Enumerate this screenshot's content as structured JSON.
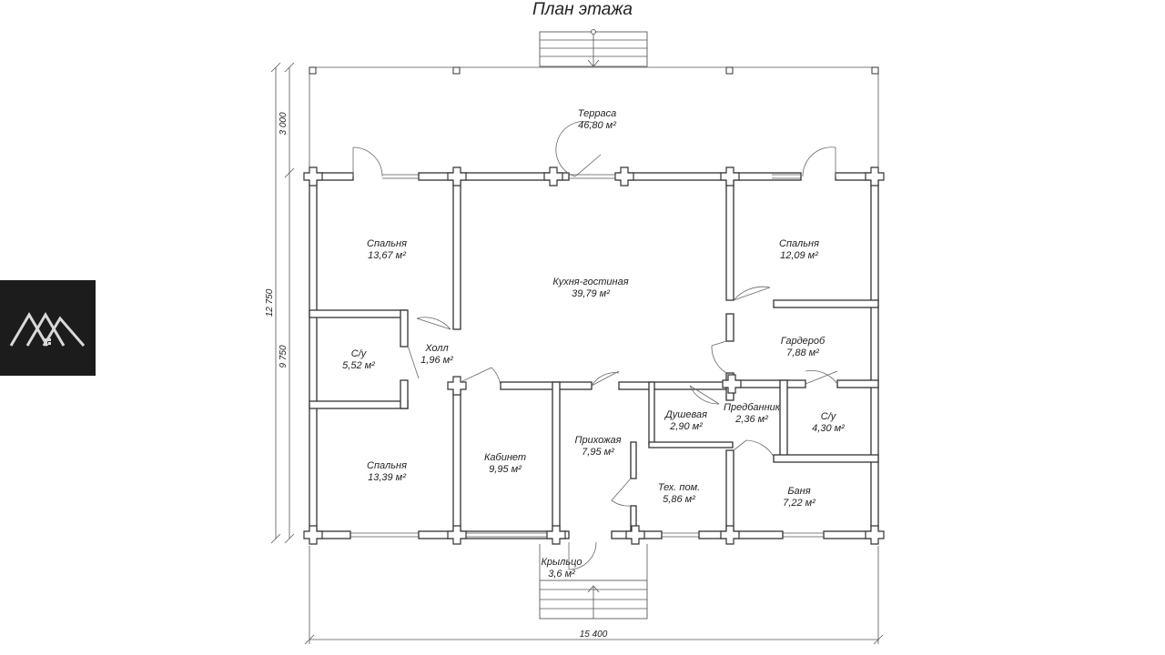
{
  "title": "План этажа",
  "rooms": [
    {
      "name": "Терраса",
      "area": "46,80 м²"
    },
    {
      "name": "Спальня",
      "area": "13,67 м²"
    },
    {
      "name": "Кухня-гостиная",
      "area": "39,79 м²"
    },
    {
      "name": "Спальня",
      "area": "12,09 м²"
    },
    {
      "name": "С/у",
      "area": "5,52 м²"
    },
    {
      "name": "Холл",
      "area": "1,96 м²"
    },
    {
      "name": "Гардероб",
      "area": "7,88 м²"
    },
    {
      "name": "Душевая",
      "area": "2,90 м²"
    },
    {
      "name": "Предбанник",
      "area": "2,36 м²"
    },
    {
      "name": "С/у",
      "area": "4,30 м²"
    },
    {
      "name": "Прихожая",
      "area": "7,95 м²"
    },
    {
      "name": "Спальня",
      "area": "13,39 м²"
    },
    {
      "name": "Кабинет",
      "area": "9,95 м²"
    },
    {
      "name": "Тех. пом.",
      "area": "5,86 м²"
    },
    {
      "name": "Баня",
      "area": "7,22 м²"
    },
    {
      "name": "Крыльцо",
      "area": "3,6 м²"
    }
  ],
  "dimensions": {
    "total_width": "15 400",
    "total_depth": "12 750",
    "terrace_depth": "3 000",
    "house_depth": "9 750"
  },
  "logo_icon": "house-roof-icon"
}
